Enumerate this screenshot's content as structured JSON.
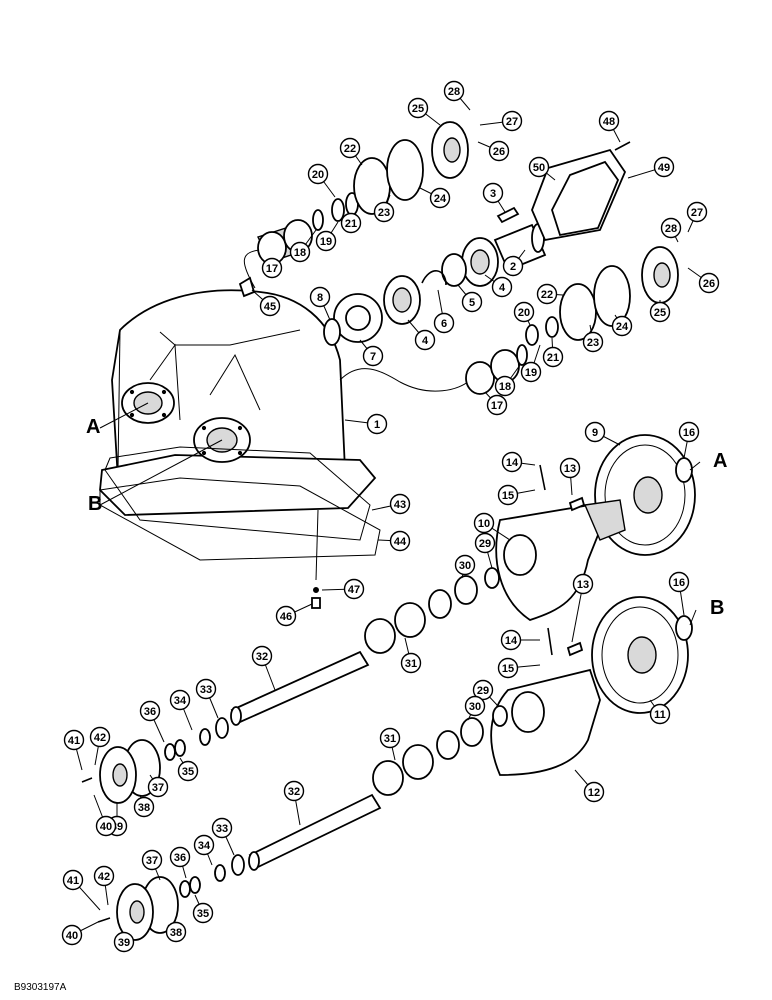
{
  "figure": {
    "reference": "B9303197A",
    "section_markers": [
      "A",
      "B"
    ],
    "callouts": [
      "1",
      "2",
      "3",
      "4",
      "5",
      "6",
      "7",
      "8",
      "9",
      "10",
      "11",
      "12",
      "13",
      "14",
      "15",
      "16",
      "17",
      "18",
      "19",
      "20",
      "21",
      "22",
      "23",
      "24",
      "25",
      "26",
      "27",
      "28",
      "29",
      "30",
      "31",
      "32",
      "33",
      "34",
      "35",
      "36",
      "37",
      "38",
      "39",
      "40",
      "41",
      "42",
      "43",
      "44",
      "45",
      "46",
      "47",
      "48",
      "49",
      "50"
    ]
  }
}
